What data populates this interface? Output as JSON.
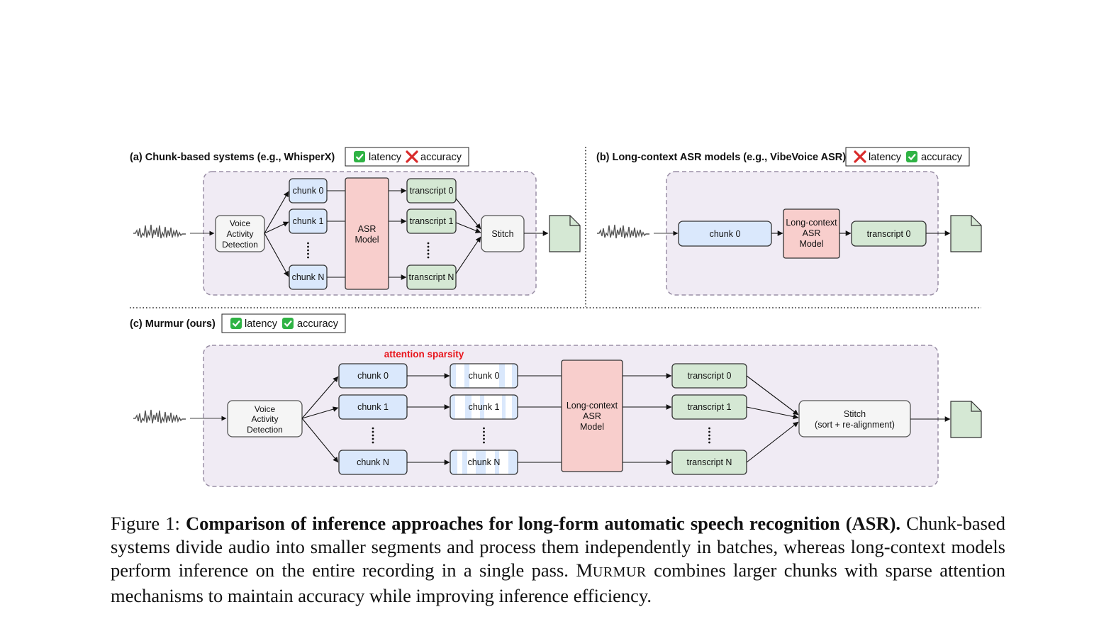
{
  "panel_a": {
    "title": "(a) Chunk-based systems (e.g., WhisperX)",
    "badge": [
      {
        "icon": "check",
        "text": "latency"
      },
      {
        "icon": "cross",
        "text": "accuracy"
      }
    ],
    "vad": [
      "Voice",
      "Activity",
      "Detection"
    ],
    "chunks": [
      "chunk 0",
      "chunk 1",
      "chunk N"
    ],
    "model": [
      "ASR",
      "Model"
    ],
    "transcripts": [
      "transcript 0",
      "transcript 1",
      "transcript N"
    ],
    "stitch": "Stitch"
  },
  "panel_b": {
    "title": "(b) Long-context ASR models (e.g., VibeVoice ASR)",
    "badge": [
      {
        "icon": "cross",
        "text": "latency"
      },
      {
        "icon": "check",
        "text": "accuracy"
      }
    ],
    "chunk": "chunk 0",
    "model": [
      "Long-context",
      "ASR",
      "Model"
    ],
    "transcript": "transcript 0"
  },
  "panel_c": {
    "title": "(c) Murmur (ours)",
    "badge": [
      {
        "icon": "check",
        "text": "latency"
      },
      {
        "icon": "check",
        "text": "accuracy"
      }
    ],
    "sparsity_label": "attention sparsity",
    "vad": [
      "Voice",
      "Activity",
      "Detection"
    ],
    "chunks": [
      "chunk 0",
      "chunk 1",
      "chunk N"
    ],
    "sparse_chunks": [
      "chunk 0",
      "chunk 1",
      "chunk N"
    ],
    "model": [
      "Long-context",
      "ASR",
      "Model"
    ],
    "transcripts": [
      "transcript 0",
      "transcript 1",
      "transcript N"
    ],
    "stitch": [
      "Stitch",
      "(sort + re-alignment)"
    ]
  },
  "caption": {
    "prefix": "Figure 1: ",
    "bold": "Comparison of inference approaches for long-form automatic speech recognition (ASR).",
    "text1": " Chunk-based systems divide audio into smaller segments and process them independently in batches, whereas long-context models perform inference on the entire recording in a single pass. ",
    "name_first": "M",
    "name_rest": "URMUR",
    "text2": " combines larger chunks with sparse attention mechanisms to maintain accuracy while improving inference efficiency."
  },
  "colors": {
    "panel_bg": "#f0ebf4",
    "panel_border": "#9a8fa6",
    "chunk": "#dae8fc",
    "model": "#f8cecc",
    "transcript": "#d5e8d4",
    "neutral": "#f5f5f5",
    "sparsity_red": "#e8141b",
    "check_green": "#2fb344",
    "cross_red": "#d92b2b"
  }
}
